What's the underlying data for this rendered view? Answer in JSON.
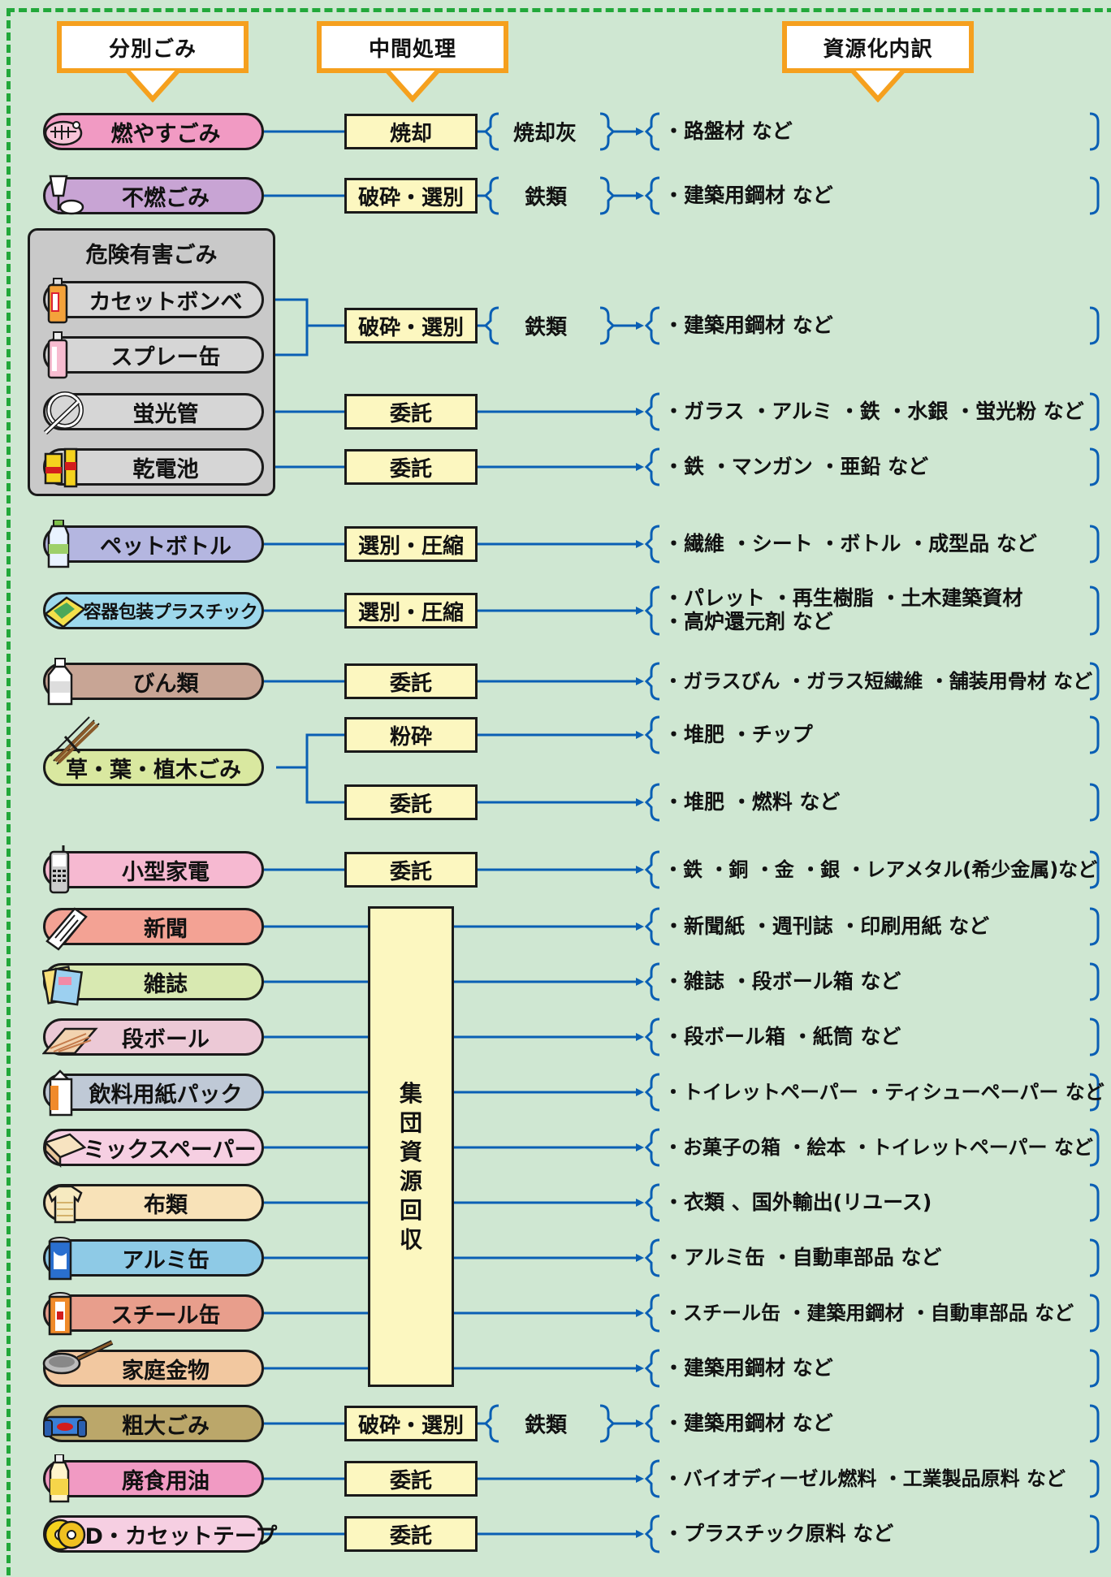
{
  "headers": {
    "sorted": "分別ごみ",
    "process": "中間処理",
    "breakdown": "資源化内訳"
  },
  "hazard_title": "危険有害ごみ",
  "items": {
    "burnable": "燃やすごみ",
    "nonburnable": "不燃ごみ",
    "cassette": "カセットボンベ",
    "spray": "スプレー缶",
    "fluorescent": "蛍光管",
    "battery": "乾電池",
    "pet": "ペットボトル",
    "plastic": "容器包装プラスチック",
    "bottles": "びん類",
    "grass": "草・葉・植木ごみ",
    "appliance": "小型家電",
    "newspaper": "新聞",
    "magazine": "雑誌",
    "cardboard": "段ボール",
    "carton": "飲料用紙パック",
    "mixpaper": "ミックスペーパー",
    "cloth": "布類",
    "alumi": "アルミ缶",
    "steel": "スチール缶",
    "metal": "家庭金物",
    "bulky": "粗大ごみ",
    "oil": "廃食用油",
    "cd": "CD・カセットテープ"
  },
  "processes": {
    "incinerate": "焼却",
    "crush_sort": "破砕・選別",
    "entrust": "委託",
    "sort_compress": "選別・圧縮",
    "pulverize": "粉砕",
    "group_collection": "集\n団\n資\n源\n回\n収"
  },
  "intermediates": {
    "ash": "焼却灰",
    "iron": "鉄類"
  },
  "results": {
    "r1": "・路盤材 など",
    "r2": "・建築用鋼材 など",
    "r3": "・建築用鋼材 など",
    "r4": "・ガラス ・アルミ ・鉄 ・水銀 ・蛍光粉 など",
    "r5": "・鉄 ・マンガン ・亜鉛 など",
    "r6": "・繊維 ・シート ・ボトル ・成型品 など",
    "r7a": "・パレット ・再生樹脂 ・土木建築資材",
    "r7b": "・高炉還元剤 など",
    "r8": "・ガラスびん ・ガラス短繊維 ・舗装用骨材 など",
    "r9": "・堆肥 ・チップ",
    "r10": "・堆肥 ・燃料 など",
    "r11": "・鉄 ・銅 ・金 ・銀 ・レアメタル(希少金属)など",
    "r12": "・新聞紙 ・週刊誌 ・印刷用紙 など",
    "r13": "・雑誌 ・段ボール箱 など",
    "r14": "・段ボール箱 ・紙筒 など",
    "r15": "・トイレットペーパー ・ティシューペーパー など",
    "r16": "・お菓子の箱 ・絵本 ・トイレットペーパー など",
    "r17": "・衣類 、国外輸出(リユース)",
    "r18": "・アルミ缶 ・自動車部品 など",
    "r19": "・スチール缶 ・建築用鋼材 ・自動車部品 など",
    "r20": "・建築用鋼材 など",
    "r21": "・建築用鋼材 など",
    "r22": "・バイオディーゼル燃料 ・工業製品原料 など",
    "r23": "・プラスチック原料 など"
  },
  "colors": {
    "background": "#cfe7d2",
    "border": "#22a83a",
    "header_arrow": "#f5a01e",
    "line": "#0a5fb4",
    "process_box": "#fcf7c0"
  }
}
